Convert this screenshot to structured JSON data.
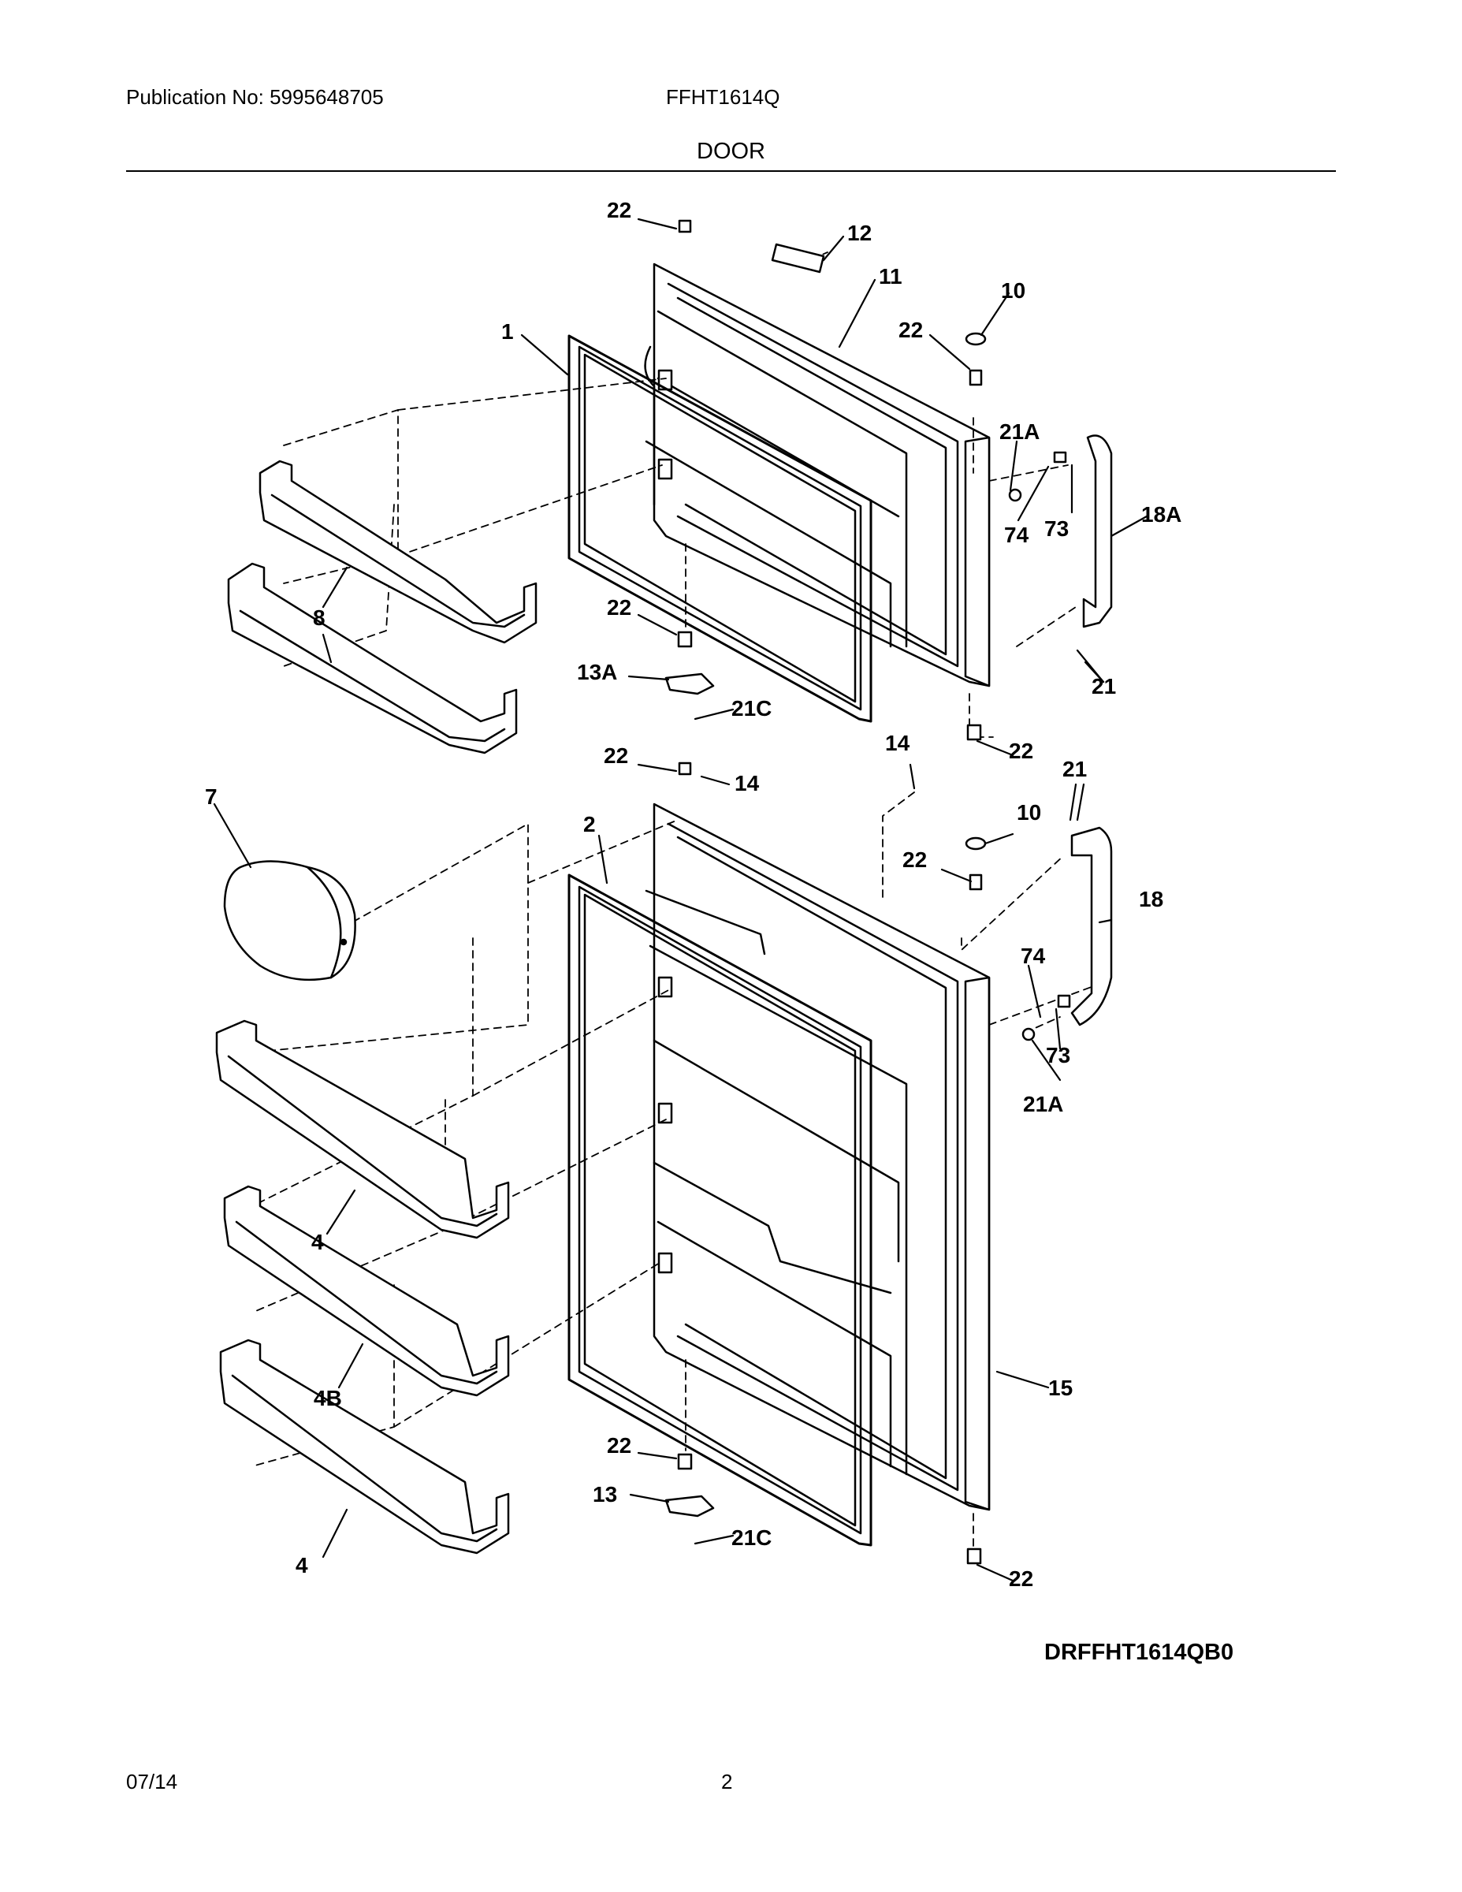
{
  "header": {
    "publication": "Publication No: 5995648705",
    "model": "FFHT1614Q",
    "section": "DOOR"
  },
  "callouts": {
    "c22_a": "22",
    "c12": "12",
    "c11": "11",
    "c10_a": "10",
    "c22_b": "22",
    "c1": "1",
    "c21A_a": "21A",
    "c74_a": "74",
    "c73_a": "73",
    "c18A": "18A",
    "c8": "8",
    "c22_c": "22",
    "c13A": "13A",
    "c21C_a": "21C",
    "c21_a": "21",
    "c22_d": "22",
    "c22_e": "22",
    "c14_a": "14",
    "c14_b": "14",
    "c21_b": "21",
    "c7": "7",
    "c2": "2",
    "c10_b": "10",
    "c22_f": "22",
    "c18": "18",
    "c74_b": "74",
    "c73_b": "73",
    "c21A_b": "21A",
    "c4_a": "4",
    "c4B": "4B",
    "c15": "15",
    "c22_g": "22",
    "c13": "13",
    "c21C_b": "21C",
    "c4_b": "4",
    "c22_h": "22"
  },
  "diagram_code": "DRFFHT1614QB0",
  "footer": {
    "date": "07/14",
    "page": "2"
  }
}
